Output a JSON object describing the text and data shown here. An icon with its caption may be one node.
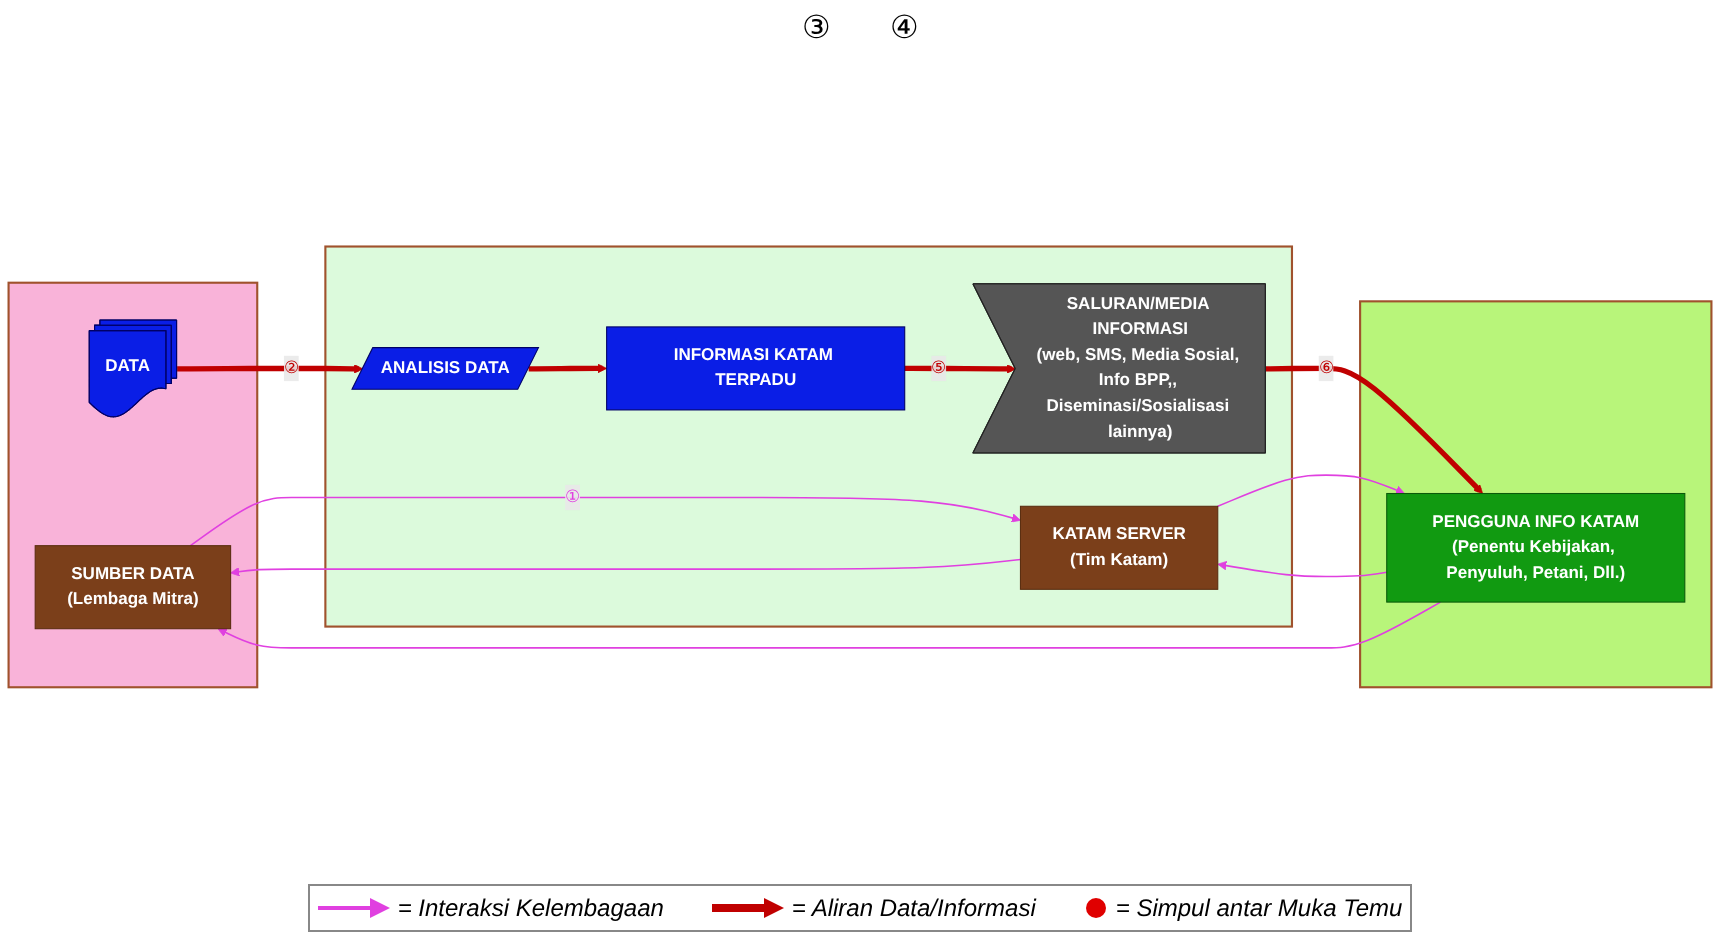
{
  "diagram": {
    "nodes": [
      {
        "text": [],
        "shape": "box"
      },
      {
        "text": [
          "SUMBER DATA",
          "(Lembaga Mitra)"
        ],
        "in": 0
      },
      {
        "text": [
          "DATA"
        ],
        "in": 0
      },
      {
        "text": [],
        "shape": "box"
      },
      {
        "text": [
          "KATAM SERVER",
          "(Tim Katam)"
        ],
        "in": 3
      },
      {
        "text": [
          "ANALISIS DATA"
        ],
        "in": 3
      },
      {
        "text": [
          "INFORMASI KATAM TERPADU"
        ],
        "in": 3
      },
      {
        "text": [
          "SALURAN/MEDIA INFORMASI",
          "(web, SMS, Media Sosial, Info BPP,, Diseminasi/Sosialisasi lainnya)"
        ],
        "in": 3
      },
      {
        "text": [],
        "shape": "box"
      },
      {
        "text": [
          "PENGGUNA INFO KATAM",
          "(Penentu Kebijakan, Penyuluh, Petani, Dll.)"
        ],
        "in": 8
      }
    ],
    "edges": [
      {
        "from": 1,
        "to": 4,
        "arrow": "to",
        "label": "①"
      },
      {
        "from": 4,
        "to": 1,
        "arrow": "to"
      },
      {
        "from": 2,
        "to": 5,
        "arrow": "to",
        "label": "②",
        "style": "thick",
        "color": "#c00000"
      },
      {
        "from": 5,
        "to": 6,
        "arrow": "to",
        "style": "thick",
        "color": "#c00000"
      },
      {
        "from": 6,
        "to": 7,
        "arrow": "to",
        "label": "⑤",
        "style": "thick",
        "color": "#c00000"
      },
      {
        "from": 7,
        "to": 9,
        "arrow": "to",
        "label": "⑥",
        "style": "thick",
        "color": "#c00000"
      },
      {
        "from": 4,
        "to": 9,
        "arrow": "to"
      },
      {
        "from": 9,
        "to": 4,
        "arrow": "to"
      },
      {
        "from": 9,
        "to": 1,
        "arrow": "to"
      }
    ],
    "labels": [
      "③",
      "④"
    ],
    "legend": [
      {
        "text": "= Interaksi Kelembagaan"
      },
      {
        "text": "= Aliran Data/Informasi"
      },
      {
        "text": "= Simpul antar Muka Temu"
      }
    ]
  }
}
